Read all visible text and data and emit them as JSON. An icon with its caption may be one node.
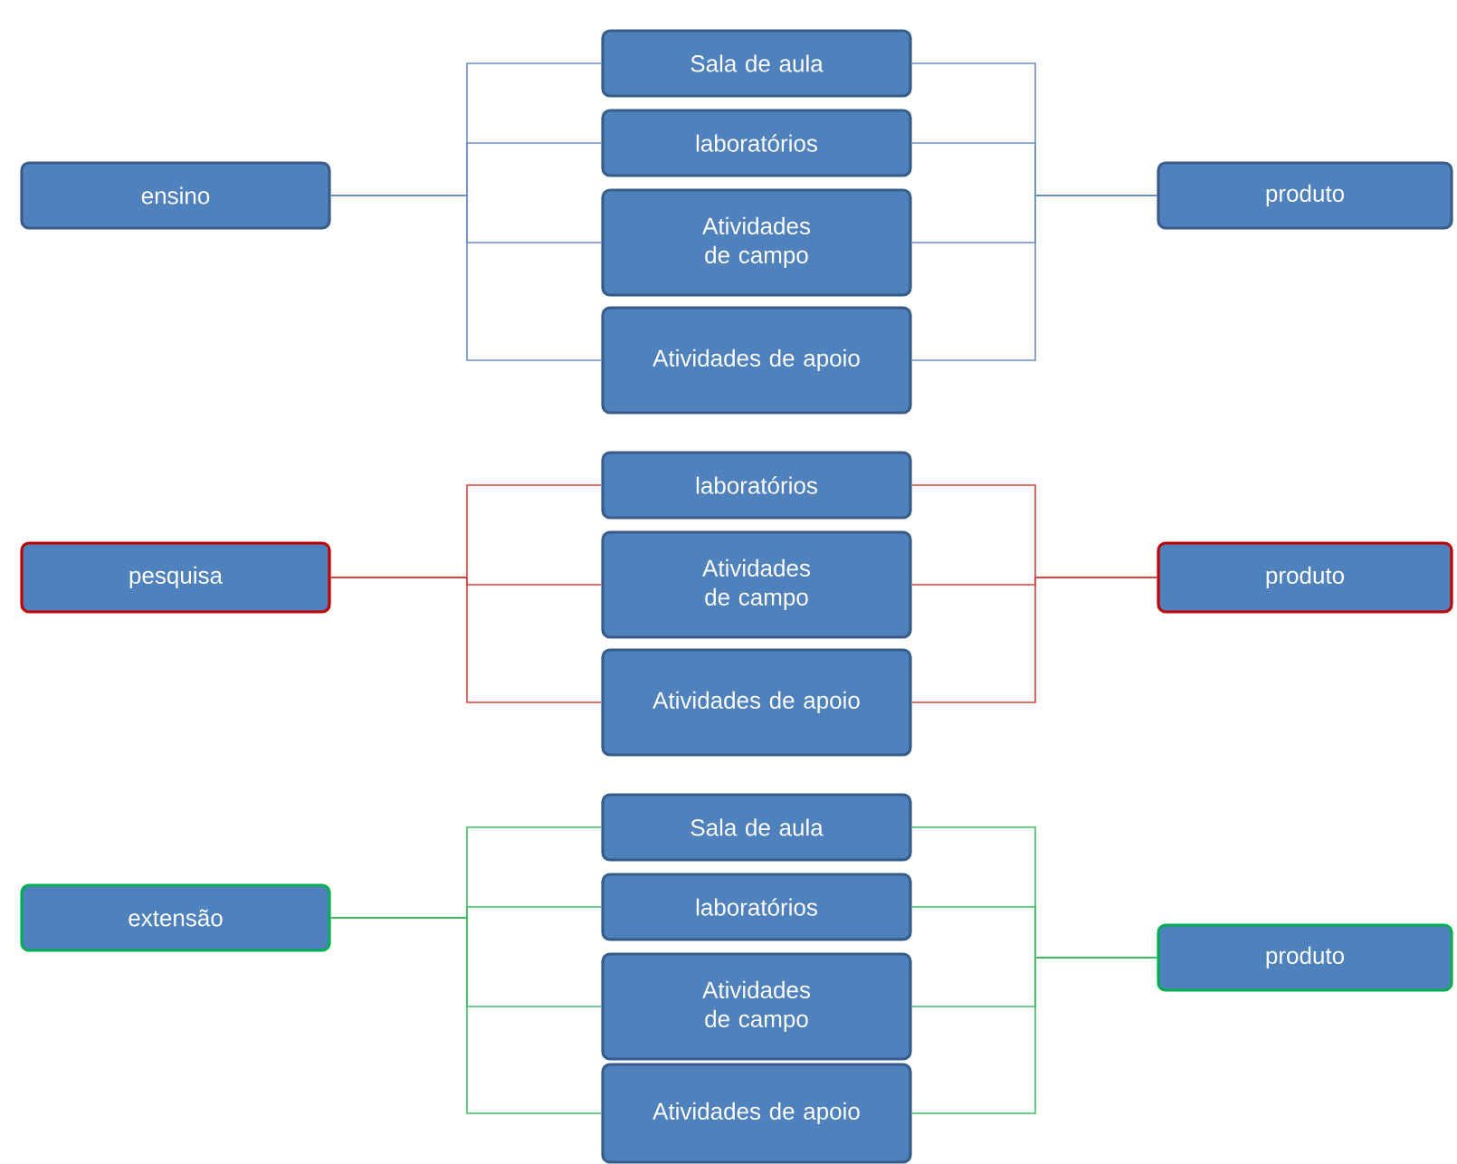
{
  "diagram": {
    "nodes": [
      {
        "text": [
          "ensino"
        ]
      },
      {
        "text": [
          "Sala de  aula"
        ]
      },
      {
        "text": [
          "laboratórios"
        ]
      },
      {
        "text": [
          "Atividades de campo"
        ]
      },
      {
        "text": [
          "Atividades de apoio"
        ]
      },
      {
        "text": [
          "produto"
        ]
      },
      {
        "text": [
          "pesquisa"
        ]
      },
      {
        "text": [
          "laboratórios"
        ]
      },
      {
        "text": [
          "Atividades de campo"
        ]
      },
      {
        "text": [
          "Atividades de apoio"
        ]
      },
      {
        "text": [
          "produto"
        ]
      },
      {
        "text": [
          "extensão"
        ]
      },
      {
        "text": [
          "Sala de  aula"
        ]
      },
      {
        "text": [
          "laboratórios"
        ]
      },
      {
        "text": [
          "Atividades de campo"
        ]
      },
      {
        "text": [
          "Atividades de apoio"
        ]
      },
      {
        "text": [
          "produto"
        ]
      }
    ],
    "edges": [
      {
        "from": 0,
        "to": 1,
        "arrow": "none"
      },
      {
        "from": 0,
        "to": 2,
        "arrow": "none"
      },
      {
        "from": 0,
        "to": 3,
        "arrow": "none"
      },
      {
        "from": 0,
        "to": 4,
        "arrow": "none"
      },
      {
        "from": 1,
        "to": 5,
        "arrow": "none"
      },
      {
        "from": 2,
        "to": 5,
        "arrow": "none"
      },
      {
        "from": 3,
        "to": 5,
        "arrow": "none"
      },
      {
        "from": 4,
        "to": 5,
        "arrow": "none"
      },
      {
        "from": 6,
        "to": 7,
        "arrow": "none",
        "color": "#d9403a"
      },
      {
        "from": 6,
        "to": 8,
        "arrow": "none",
        "color": "#d9403a"
      },
      {
        "from": 6,
        "to": 9,
        "arrow": "none",
        "color": "#d9403a"
      },
      {
        "from": 7,
        "to": 10,
        "arrow": "none",
        "color": "#d9403a"
      },
      {
        "from": 8,
        "to": 10,
        "arrow": "none",
        "color": "#d9403a"
      },
      {
        "from": 9,
        "to": 10,
        "arrow": "none",
        "color": "#d9403a"
      },
      {
        "from": 11,
        "to": 12,
        "arrow": "none",
        "color": "#3cbf62"
      },
      {
        "from": 11,
        "to": 13,
        "arrow": "none",
        "color": "#3cbf62"
      },
      {
        "from": 11,
        "to": 14,
        "arrow": "none",
        "color": "#3cbf62"
      },
      {
        "from": 11,
        "to": 15,
        "arrow": "none",
        "color": "#3cbf62"
      },
      {
        "from": 12,
        "to": 16,
        "arrow": "none",
        "color": "#3cbf62"
      },
      {
        "from": 13,
        "to": 16,
        "arrow": "none",
        "color": "#3cbf62"
      },
      {
        "from": 14,
        "to": 16,
        "arrow": "none",
        "color": "#3cbf62"
      },
      {
        "from": 15,
        "to": 16,
        "arrow": "none",
        "color": "#3cbf62"
      }
    ]
  }
}
